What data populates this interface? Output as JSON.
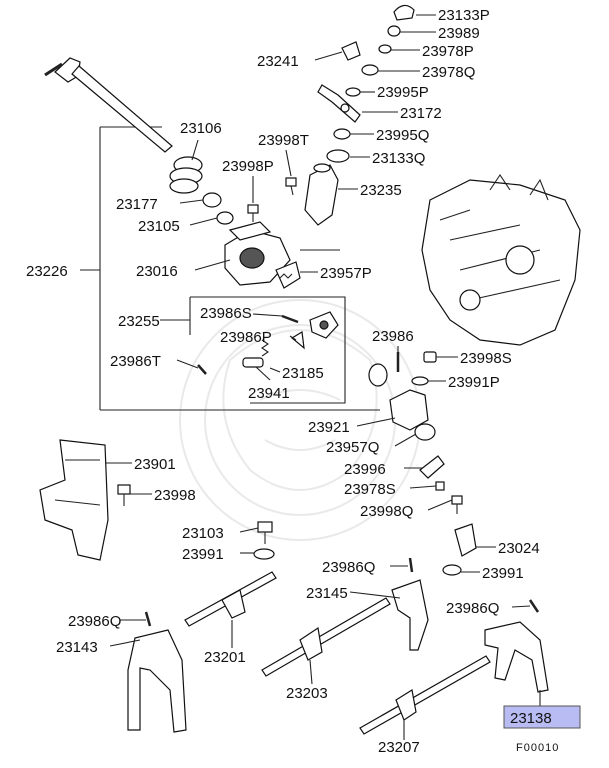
{
  "labels": {
    "p23133P": "23133P",
    "p23989": "23989",
    "p23978P": "23978P",
    "p23241": "23241",
    "p23978Q": "23978Q",
    "p23995P": "23995P",
    "p23172": "23172",
    "p23106": "23106",
    "p23998T": "23998T",
    "p23995Q": "23995Q",
    "p23133Q": "23133Q",
    "p23998P": "23998P",
    "p23235": "23235",
    "p23177": "23177",
    "p23105": "23105",
    "p23226": "23226",
    "p23016": "23016",
    "p23957P": "23957P",
    "p23986S": "23986S",
    "p23255": "23255",
    "p23986P": "23986P",
    "p23986": "23986",
    "p23986T": "23986T",
    "p23185": "23185",
    "p23998S": "23998S",
    "p23991P": "23991P",
    "p23941": "23941",
    "p23921": "23921",
    "p23957Q": "23957Q",
    "p23901": "23901",
    "p23996": "23996",
    "p23978S": "23978S",
    "p23998": "23998",
    "p23998Q": "23998Q",
    "p23103": "23103",
    "p23024": "23024",
    "p23991a": "23991",
    "p23986Q_top": "23986Q",
    "p23991b": "23991",
    "p23145": "23145",
    "p23986Q_left": "23986Q",
    "p23986Q_right": "23986Q",
    "p23143": "23143",
    "p23201": "23201",
    "p23203": "23203",
    "p23138": "23138",
    "p23207": "23207"
  },
  "figure_code": "F00010",
  "colors": {
    "highlight": "#b8bcf2",
    "line": "#222222"
  }
}
